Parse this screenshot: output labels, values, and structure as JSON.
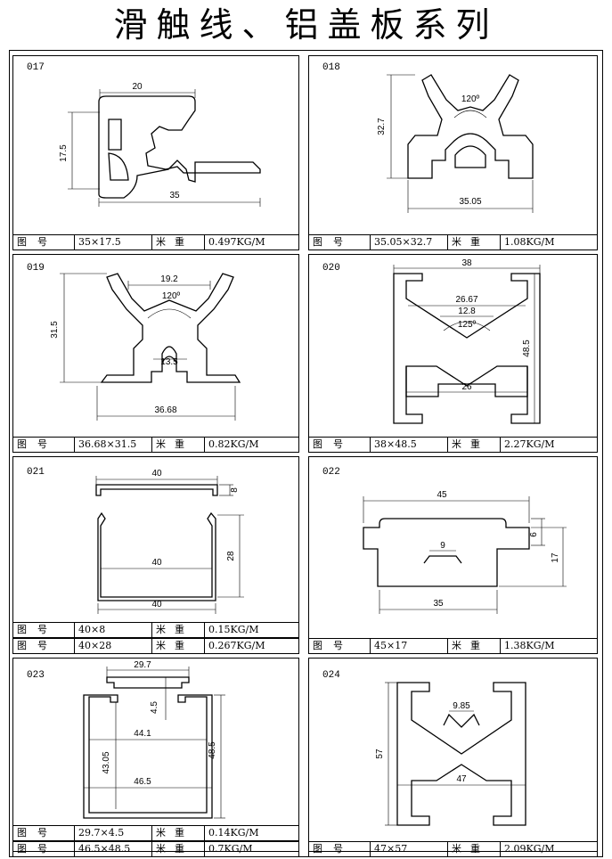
{
  "title": "滑触线、铝盖板系列",
  "labels": {
    "fig_no": "图号",
    "unit_weight": "米重"
  },
  "items": [
    {
      "code": "017",
      "specs": [
        {
          "size": "35×17.5",
          "weight": "0.497KG/M"
        }
      ],
      "dims": [
        "20",
        "17.5",
        "35"
      ]
    },
    {
      "code": "018",
      "specs": [
        {
          "size": "35.05×32.7",
          "weight": "1.08KG/M"
        }
      ],
      "dims": [
        "32.7",
        "120º",
        "35.05"
      ]
    },
    {
      "code": "019",
      "specs": [
        {
          "size": "36.68×31.5",
          "weight": "0.82KG/M"
        }
      ],
      "dims": [
        "19.2",
        "120º",
        "31.5",
        "13.5",
        "36.68"
      ]
    },
    {
      "code": "020",
      "specs": [
        {
          "size": "38×48.5",
          "weight": "2.27KG/M"
        }
      ],
      "dims": [
        "38",
        "26.67",
        "12.8",
        "125º",
        "48.5",
        "26"
      ]
    },
    {
      "code": "021",
      "specs": [
        {
          "size": "40×8",
          "weight": "0.15KG/M"
        },
        {
          "size": "40×28",
          "weight": "0.267KG/M"
        }
      ],
      "dims": [
        "40",
        "8",
        "28",
        "40",
        "40"
      ]
    },
    {
      "code": "022",
      "specs": [
        {
          "size": "45×17",
          "weight": "1.38KG/M"
        }
      ],
      "dims": [
        "45",
        "6",
        "17",
        "9",
        "35"
      ]
    },
    {
      "code": "023",
      "specs": [
        {
          "size": "29.7×4.5",
          "weight": "0.14KG/M"
        },
        {
          "size": "46.5×48.5",
          "weight": "0.7KG/M"
        }
      ],
      "dims": [
        "29.7",
        "4.5",
        "44.1",
        "43.05",
        "48.5",
        "46.5"
      ]
    },
    {
      "code": "024",
      "specs": [
        {
          "size": "47×57",
          "weight": "2.09KG/M"
        }
      ],
      "dims": [
        "9.85",
        "57",
        "47"
      ]
    }
  ]
}
